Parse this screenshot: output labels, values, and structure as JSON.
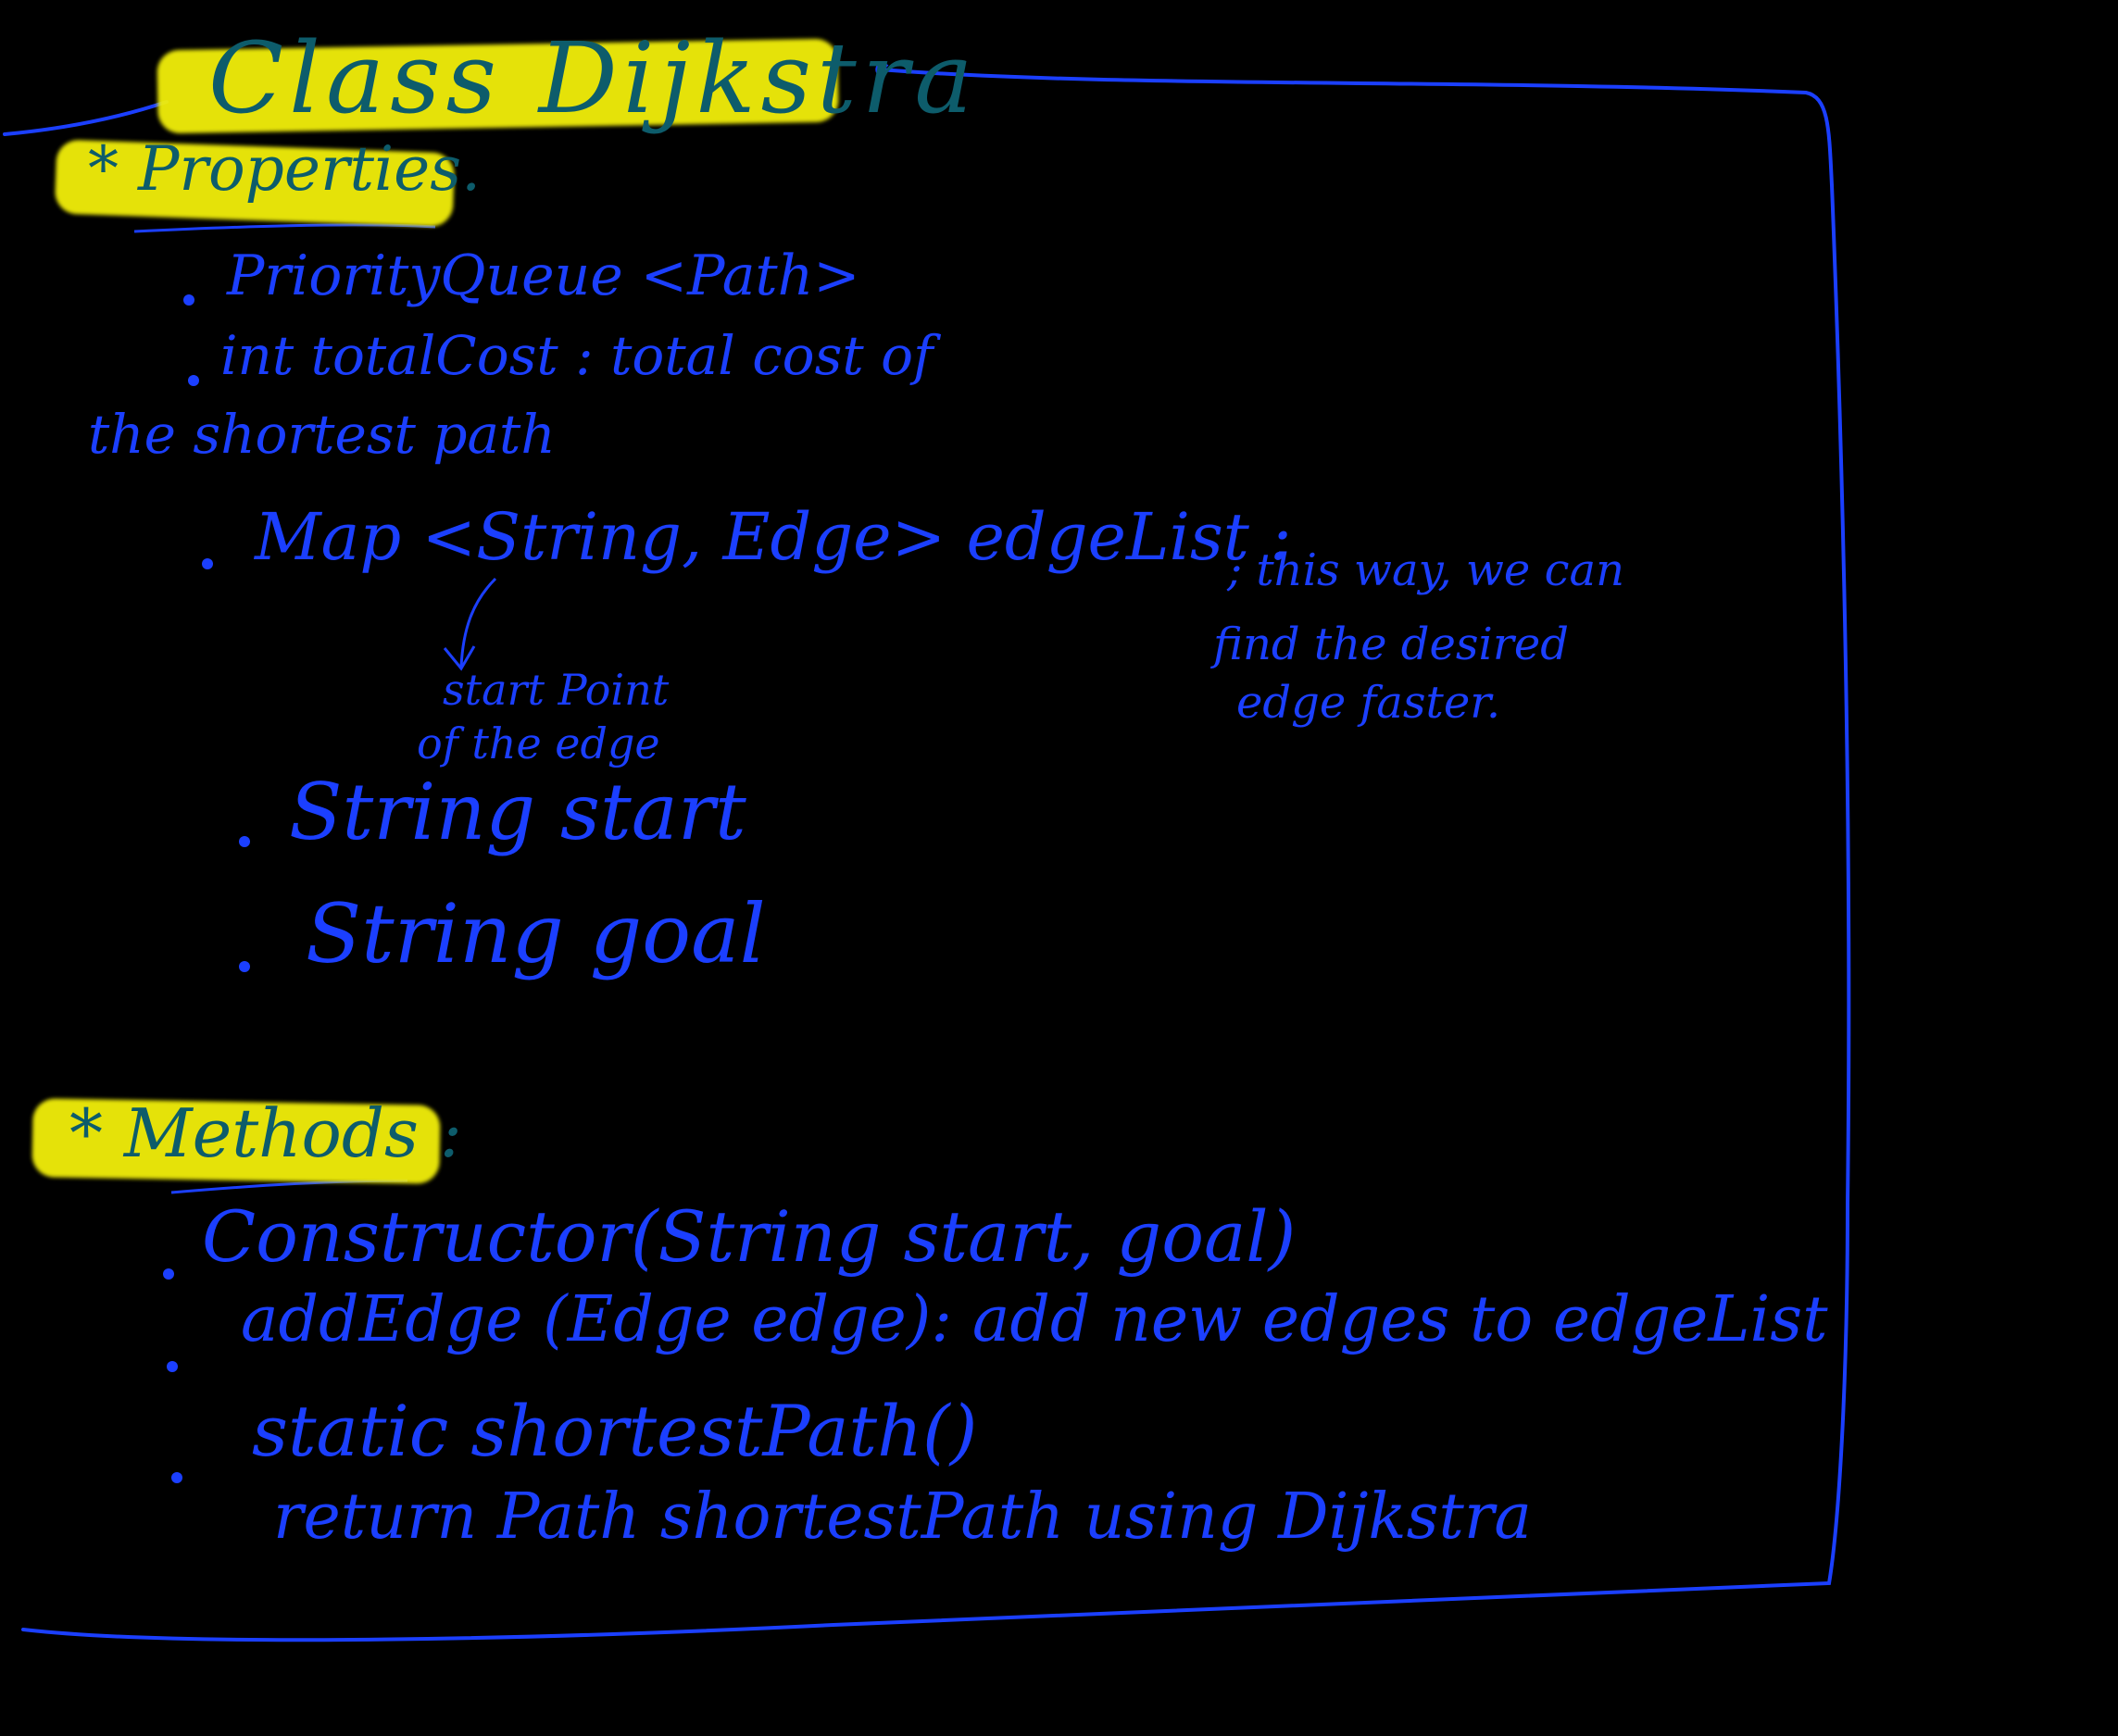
{
  "colors": {
    "background": "#000000",
    "ink": "#1b3fff",
    "highlight": "#f2ef0a",
    "title_ink": "#0d5c6b"
  },
  "title": "Class Dijkstra",
  "properties": {
    "heading": "* Properties.",
    "items": [
      "PriorityQueue <Path>",
      "int totalCost : total cost of",
      "the shortest path",
      "Map <String, Edge> edgeList :",
      "String start",
      "String goal"
    ],
    "annotation_left": [
      "start Point",
      "of the edge"
    ],
    "annotation_right": [
      "; this way, we can",
      "find the desired",
      "edge faster."
    ]
  },
  "methods": {
    "heading": "* Methods :",
    "items": [
      "Constructor(String start, goal)",
      "addEdge (Edge edge): add new edges to edgeList",
      "static shortestPath()",
      "return Path shortestPath using Dijkstra"
    ]
  }
}
